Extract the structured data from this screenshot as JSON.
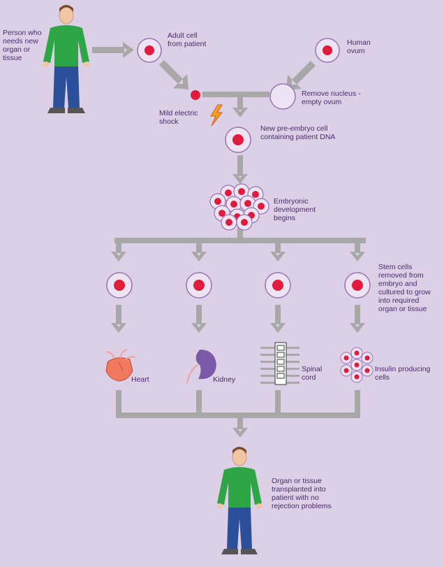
{
  "labels": {
    "person": "Person who\nneeds new\norgan or\ntissue",
    "adult_cell": "Adult cell\nfrom patient",
    "human_ovum": "Human\novum",
    "remove_nucleus": "Remove nucleus -\nempty ovum",
    "shock": "Mild electric\nshock",
    "pre_embryo": "New pre-embryo cell\ncontaining patient DNA",
    "embryonic": "Embryonic\ndevelopment\nbegins",
    "stem_cells": "Stem cells\nremoved from\nembryo and\ncultured to grow\ninto required\norgan or tissue",
    "heart": "Heart",
    "kidney": "Kidney",
    "spinal": "Spinal\ncord",
    "insulin": "Insulin producing\ncells",
    "transplanted": "Organ or tissue\ntransplanted into\npatient with no\nrejection problems"
  },
  "colors": {
    "background": "#dcd0e6",
    "arrow": "#a8a8a8",
    "cell_fill": "#ece4f2",
    "cell_stroke": "#9a72b4",
    "nucleus": "#e01b3c",
    "shirt": "#2fa646",
    "trousers": "#2c4f9c",
    "label_text": "#4a2a6e"
  }
}
